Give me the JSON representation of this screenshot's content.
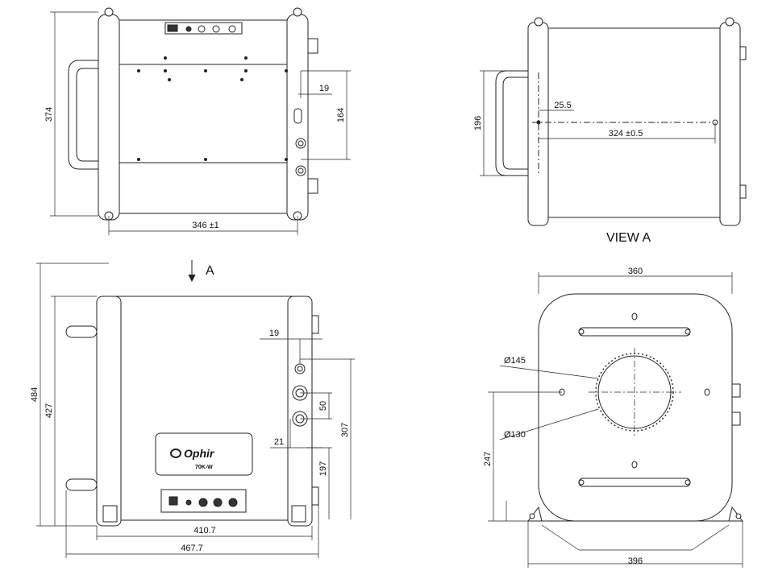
{
  "top_view": {
    "height_374": "374",
    "width_346": "346 ±1",
    "offset_19": "19",
    "span_164": "164"
  },
  "view_a": {
    "title": "VIEW A",
    "height_196": "196",
    "offset_25_5": "25.5",
    "span_324": "324 ±0.5"
  },
  "front_view": {
    "arrow_label": "A",
    "height_484": "484",
    "height_427": "427",
    "offset_19": "19",
    "pitch_50": "50",
    "offset_21": "21",
    "height_307": "307",
    "height_197": "197",
    "width_410_7": "410.7",
    "width_467_7": "467.7",
    "brand": "Ophir",
    "model": "70K-W"
  },
  "rear_view": {
    "width_360": "360",
    "dia_145": "Ø145",
    "dia_130": "Ø130",
    "height_247": "247",
    "width_396": "396"
  }
}
